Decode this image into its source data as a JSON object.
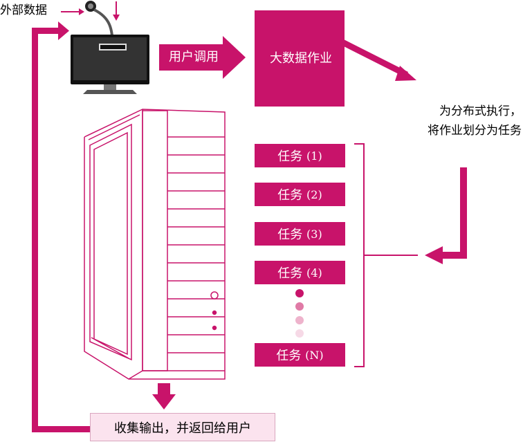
{
  "labels": {
    "external_data": "外部数据",
    "user_call": "用户调用",
    "big_data_job": "大数据作业",
    "split_line1": "为分布式执行，",
    "split_line2": "将作业划分为任务",
    "collect_output": "收集输出，并返回给用户"
  },
  "tasks": [
    {
      "name": "任务",
      "index": "(1)"
    },
    {
      "name": "任务",
      "index": "(2)"
    },
    {
      "name": "任务",
      "index": "(3)"
    },
    {
      "name": "任务",
      "index": "(4)"
    },
    {
      "name": "任务",
      "index": "(N)"
    }
  ],
  "colors": {
    "accent": "#c8136a",
    "dot_1": "#c8136a",
    "dot_2": "#e07aa6",
    "dot_3": "#eeb3cc",
    "dot_4": "#f6d9e6",
    "collect_bg": "#fbe3ee"
  },
  "icons": [
    "monitor-icon",
    "microphone-icon",
    "server-tower-icon"
  ]
}
